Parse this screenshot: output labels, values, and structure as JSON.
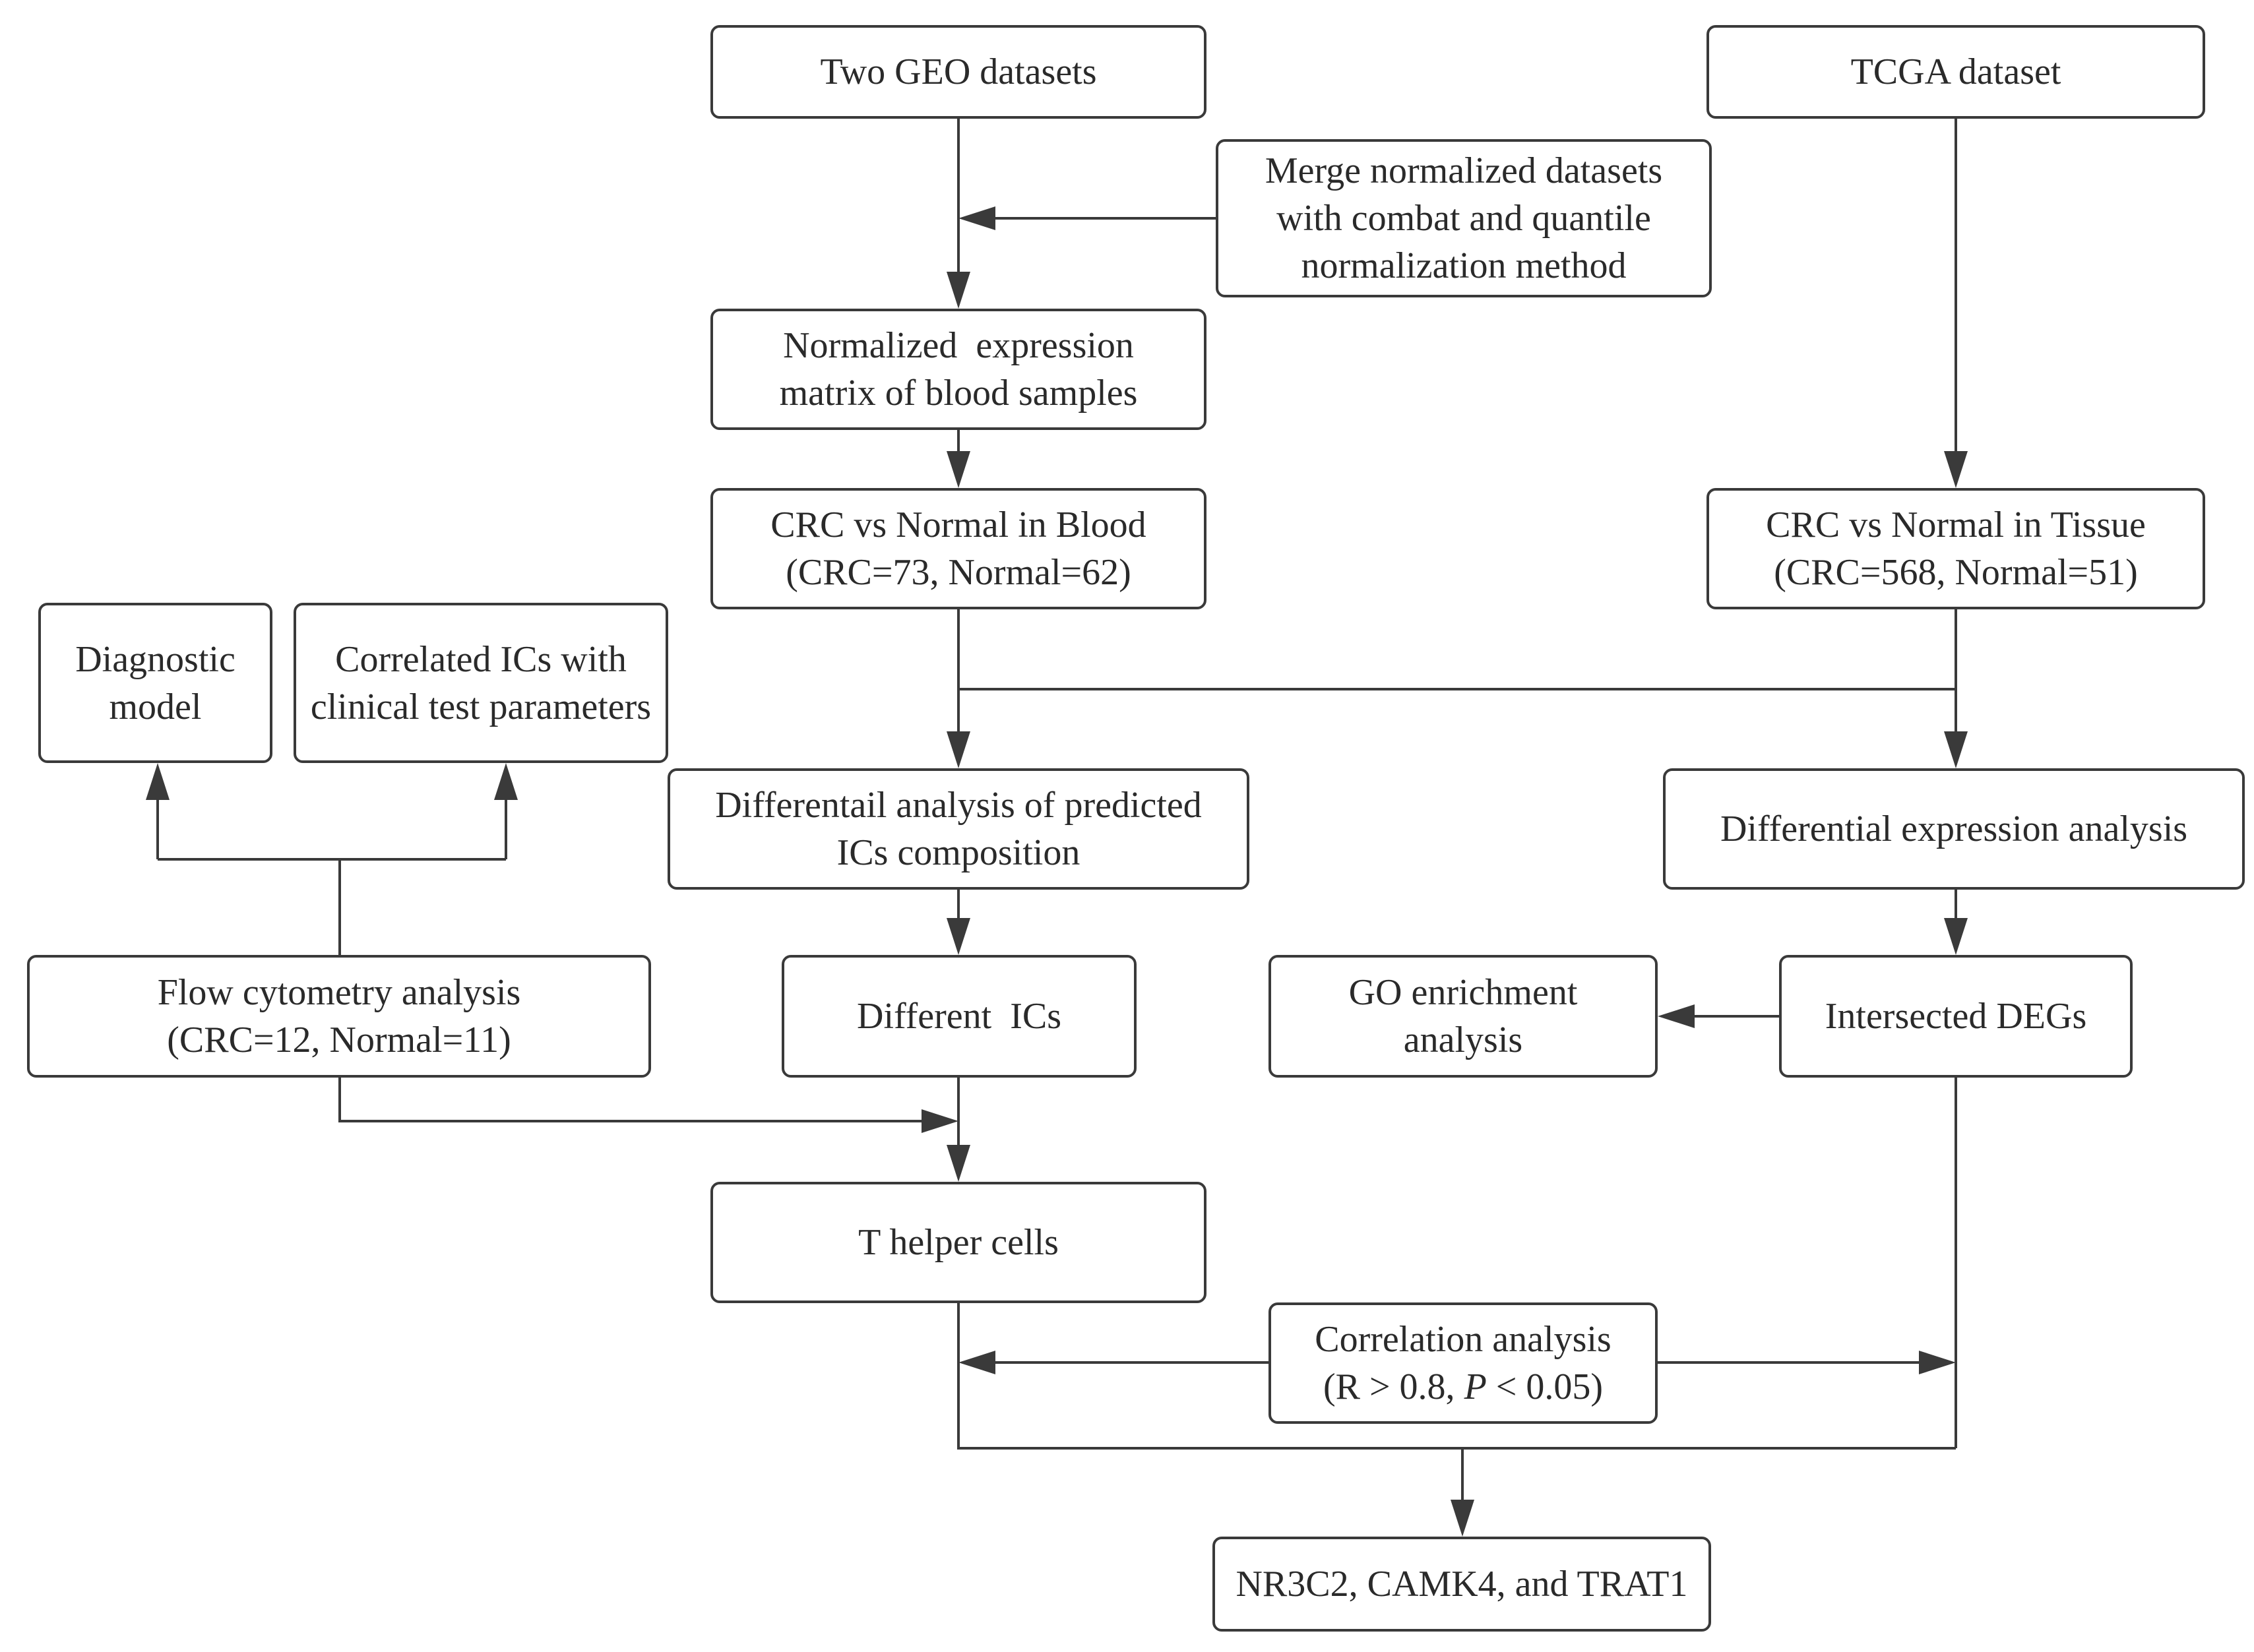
{
  "nodes": {
    "geo": {
      "lines": [
        "Two GEO datasets"
      ]
    },
    "tcga": {
      "lines": [
        "TCGA dataset"
      ]
    },
    "merge": {
      "lines": [
        "Merge normalized datasets",
        "with combat and quantile",
        "normalization method"
      ]
    },
    "norm_expr": {
      "lines": [
        "Normalized  expression",
        "matrix of blood samples"
      ]
    },
    "crc_blood": {
      "lines": [
        "CRC vs Normal in Blood",
        "(CRC=73, Normal=62)"
      ]
    },
    "crc_tissue": {
      "lines": [
        "CRC vs Normal in Tissue",
        "(CRC=568, Normal=51)"
      ]
    },
    "diag_model": {
      "lines": [
        "Diagnostic",
        "model"
      ]
    },
    "corr_ics": {
      "lines": [
        "Correlated ICs with",
        "clinical test parameters"
      ]
    },
    "diff_ics_analysis": {
      "lines": [
        "Differentail analysis of predicted",
        "ICs composition"
      ]
    },
    "diff_expr": {
      "lines": [
        "Differential expression analysis"
      ]
    },
    "flow": {
      "lines": [
        "Flow cytometry analysis",
        "(CRC=12, Normal=11)"
      ]
    },
    "diff_ics": {
      "lines": [
        "Different  ICs"
      ]
    },
    "go": {
      "lines": [
        "GO enrichment",
        "analysis"
      ]
    },
    "degs": {
      "lines": [
        "Intersected DEGs"
      ]
    },
    "th_cells": {
      "lines": [
        "T helper cells"
      ]
    },
    "corr_analysis": {
      "line1": "Correlation analysis",
      "line2_prefix": "(R > 0.8, ",
      "line2_italic": "P",
      "line2_suffix": " < 0.05)"
    },
    "genes": {
      "lines": [
        "NR3C2, CAMK4, and TRAT1"
      ]
    }
  },
  "colors": {
    "stroke": "#3a3a3a",
    "text": "#2a2a2a",
    "background": "#ffffff"
  }
}
